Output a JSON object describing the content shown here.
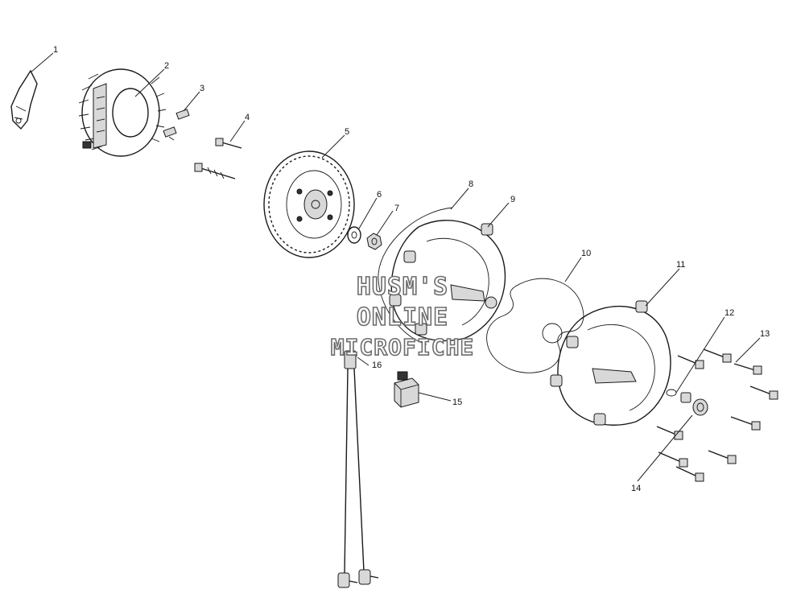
{
  "diagram": {
    "labels": [
      "1",
      "2",
      "3",
      "4",
      "5",
      "6",
      "7",
      "8",
      "9",
      "10",
      "11",
      "12",
      "13",
      "14",
      "15",
      "16"
    ],
    "watermark": [
      "HUSM'S",
      "ONLINE",
      "MICROFICHE"
    ]
  }
}
